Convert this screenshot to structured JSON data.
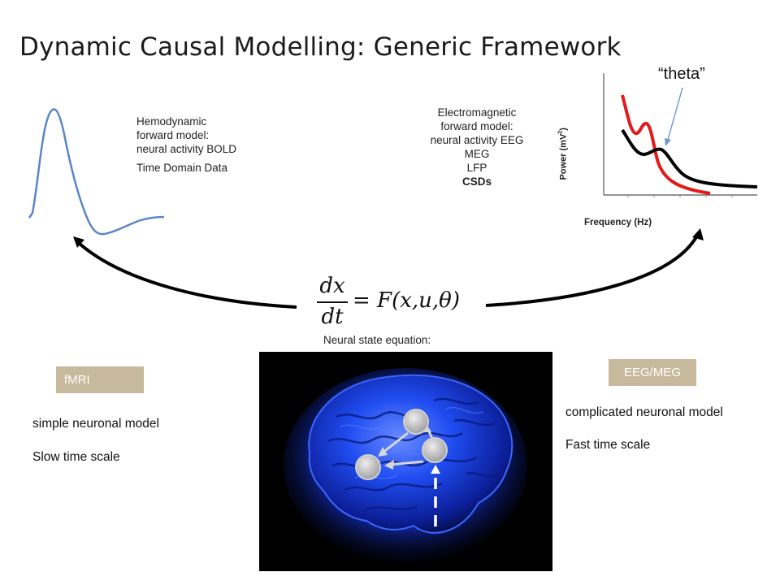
{
  "title": "Dynamic Causal Modelling: Generic Framework",
  "hemodynamic": {
    "lines": [
      "Hemodynamic",
      "forward model:",
      "neural activity BOLD"
    ],
    "data_label": "Time Domain Data"
  },
  "electromagnetic": {
    "lines": [
      "Electromagnetic",
      "forward model:",
      "neural activity EEG",
      "MEG",
      "LFP"
    ],
    "csds": "CSDs"
  },
  "spectrum": {
    "annotation": "“theta”",
    "ylabel_base": "Power (mV",
    "ylabel_sup": "2",
    "ylabel_end": ")",
    "xlabel": "Frequency (Hz)",
    "colors": {
      "red": "#e21a1a",
      "black": "#000000"
    }
  },
  "equation": {
    "caption": "Neural state equation:",
    "numerator": "dx",
    "denominator": "dt",
    "rhs": "= F(x,u,θ)"
  },
  "fmri": {
    "tag": "fMRI",
    "model": "simple neuronal model",
    "timescale": "Slow time scale",
    "tag_color": "#c7b99c"
  },
  "eeg": {
    "tag": "EEG/MEG",
    "model": "complicated neuronal model",
    "timescale": "Fast time scale",
    "tag_color": "#c7b99c"
  },
  "brain": {
    "background": "#000000",
    "color": "#1e46e6"
  }
}
